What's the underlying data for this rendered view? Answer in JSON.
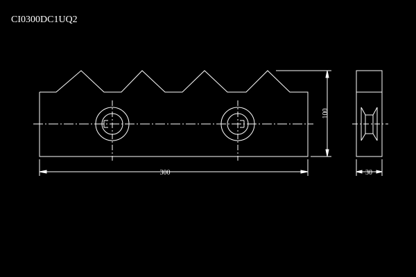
{
  "drawing": {
    "title": "CI0300DC1UQ2",
    "front_view": {
      "width_label": "300",
      "height_label": "100"
    },
    "side_view": {
      "thickness_label": "30"
    },
    "colors": {
      "background": "#000000",
      "line": "#ffffff"
    }
  }
}
